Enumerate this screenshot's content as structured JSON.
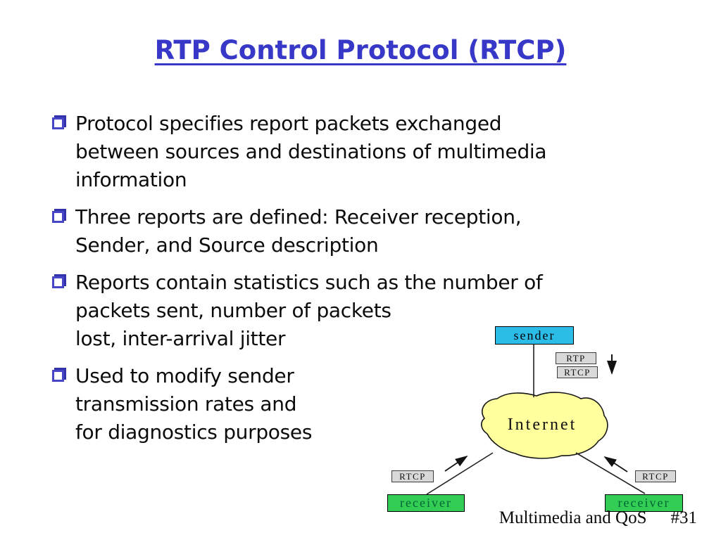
{
  "slide": {
    "title": "RTP Control Protocol (RTCP)",
    "bullets": [
      "Protocol specifies report packets exchanged\nbetween sources and destinations of multimedia\ninformation",
      "Three reports are defined: Receiver reception,\nSender, and Source description",
      "Reports contain statistics such as the number of\npackets sent, number of packets\nlost, inter-arrival jitter",
      "Used to modify sender\ntransmission rates and\nfor diagnostics purposes"
    ],
    "footer": {
      "course": "Multimedia and QoS",
      "page_number": "#31"
    }
  },
  "diagram": {
    "nodes": {
      "sender": "sender",
      "internet": "Internet",
      "receiver_left": "receiver",
      "receiver_right": "receiver"
    },
    "labels": {
      "rtp": "RTP",
      "rtcp_top": "RTCP",
      "rtcp_left": "RTCP",
      "rtcp_right": "RTCP"
    },
    "colors": {
      "sender_fill": "#2BBCE8",
      "receiver_fill": "#33CC55",
      "cloud_fill": "#FFFF9E",
      "label_fill": "#D9D9D9"
    }
  },
  "theme": {
    "title_color": "#3737C8",
    "bullet_marker_color": "#4646C6",
    "text_color": "#0B0B0B",
    "background": "#FFFFFF"
  }
}
